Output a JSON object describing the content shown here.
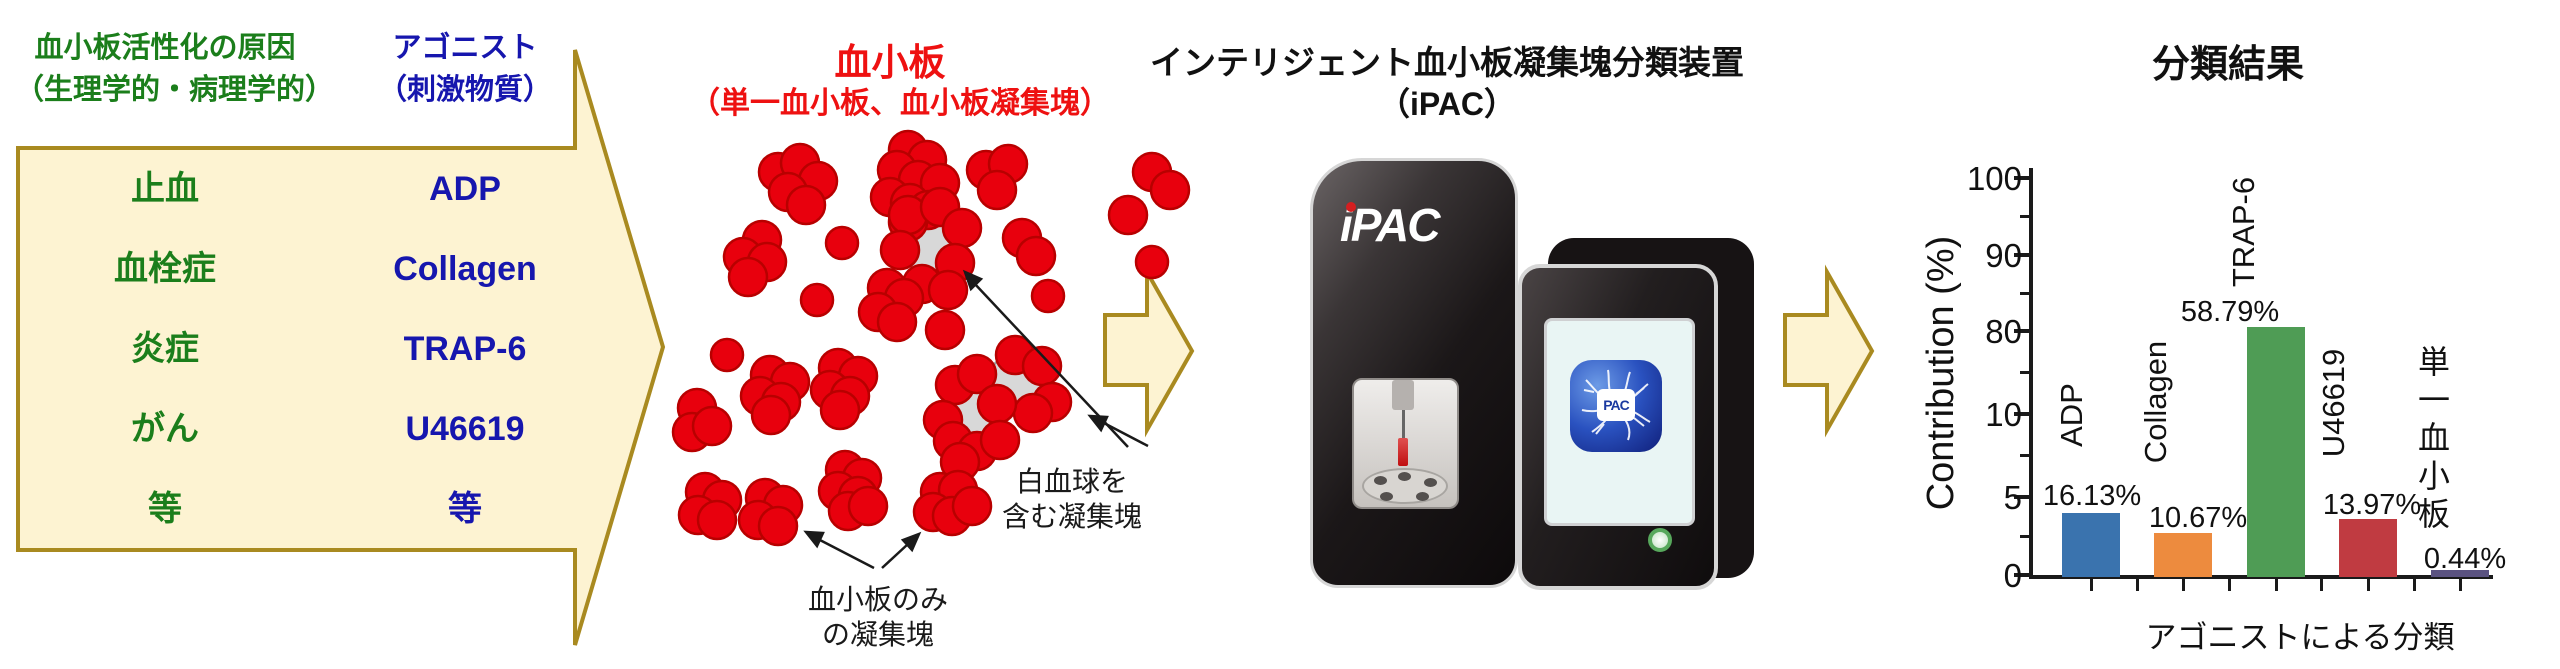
{
  "left_panel": {
    "cause_header": [
      "血小板活性化の原因",
      "（生理学的・病理学的）"
    ],
    "agonist_header": [
      "アゴニスト",
      "（刺激物質）"
    ],
    "rows": [
      {
        "cause": "止血",
        "agonist": "ADP"
      },
      {
        "cause": "血栓症",
        "agonist": "Collagen"
      },
      {
        "cause": "炎症",
        "agonist": "TRAP-6"
      },
      {
        "cause": "がん",
        "agonist": "U46619"
      },
      {
        "cause": "等",
        "agonist": "等"
      }
    ],
    "cause_text_color": "#1b7e1b",
    "agonist_text_color": "#1616ae",
    "arrow_fill": "#fdf3d2",
    "arrow_border": "#a98a20"
  },
  "platelet_panel": {
    "title": [
      "血小板",
      "（単一血小板、血小板凝集塊）"
    ],
    "title_color": "#ee1111",
    "wbc_aggregate_label": [
      "白血球を",
      "含む凝集塊"
    ],
    "platelet_only_label": [
      "血小板のみ",
      "の凝集塊"
    ],
    "platelet_color": "#e8000d",
    "platelet_stroke": "#b80000",
    "wbc_color": "#d8d8d8",
    "wbc_stroke": "#9e9e9e"
  },
  "device_panel": {
    "title": [
      "インテリジェント血小板凝集塊分類装置",
      "（iPAC）"
    ],
    "logo_text": "iPAC",
    "app_icon_text": "PAC"
  },
  "chart_data": {
    "type": "bar",
    "title": "分類結果",
    "xlabel": "アゴニストによる分類",
    "ylabel": "Contribution (%)",
    "categories": [
      "ADP",
      "Collagen",
      "TRAP-6",
      "U46619",
      "単一血小板"
    ],
    "values": [
      16.13,
      10.67,
      58.79,
      13.97,
      0.44
    ],
    "value_labels": [
      "16.13%",
      "10.67%",
      "58.79%",
      "13.97%",
      "0.44%"
    ],
    "bar_colors": [
      "#3a73ae",
      "#ed8b3e",
      "#4f9c55",
      "#c03b41",
      "#5a5280"
    ],
    "y_ticks": [
      0,
      5,
      10,
      80,
      90,
      100
    ],
    "y_tick_labels": [
      "0",
      "5",
      "10",
      "80",
      "90",
      "100"
    ],
    "ylim": [
      0,
      100
    ],
    "axis_style": "broken non-linear y-axis: tick values 0,5,10,80,90,100 drawn equally spaced",
    "drawn_values": [
      4.0,
      2.7,
      80.5,
      3.6,
      0.3
    ],
    "grid": false,
    "legend": "none"
  }
}
